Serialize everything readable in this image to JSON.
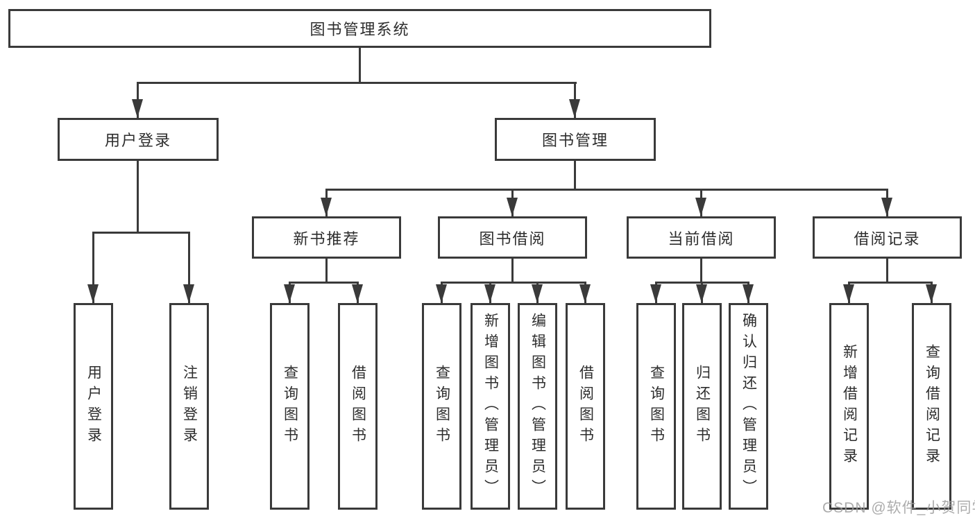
{
  "diagram": {
    "root": {
      "label": "图书管理系统"
    },
    "user_login": {
      "label": "用户登录",
      "children": [
        {
          "label": "用户登录"
        },
        {
          "label": "注销登录"
        }
      ]
    },
    "book_mgmt": {
      "label": "图书管理",
      "groups": [
        {
          "label": "新书推荐",
          "children": [
            {
              "label": "查询图书"
            },
            {
              "label": "借阅图书"
            }
          ]
        },
        {
          "label": "图书借阅",
          "children": [
            {
              "label": "查询图书"
            },
            {
              "label": "新增图书（管理员）"
            },
            {
              "label": "编辑图书（管理员）"
            },
            {
              "label": "借阅图书"
            }
          ]
        },
        {
          "label": "当前借阅",
          "children": [
            {
              "label": "查询图书"
            },
            {
              "label": "归还图书"
            },
            {
              "label": "确认归还（管理员）"
            }
          ]
        },
        {
          "label": "借阅记录",
          "children": [
            {
              "label": "新增借阅记录"
            },
            {
              "label": "查询借阅记录"
            }
          ]
        }
      ]
    }
  },
  "watermark": {
    "text": "CSDN @软件_小贺同学"
  },
  "colors": {
    "line": "#3a3a3a",
    "box_border": "#3a3a3a",
    "text": "#2d2d2d",
    "background": "#ffffff",
    "watermark": "#9e9e9e"
  }
}
